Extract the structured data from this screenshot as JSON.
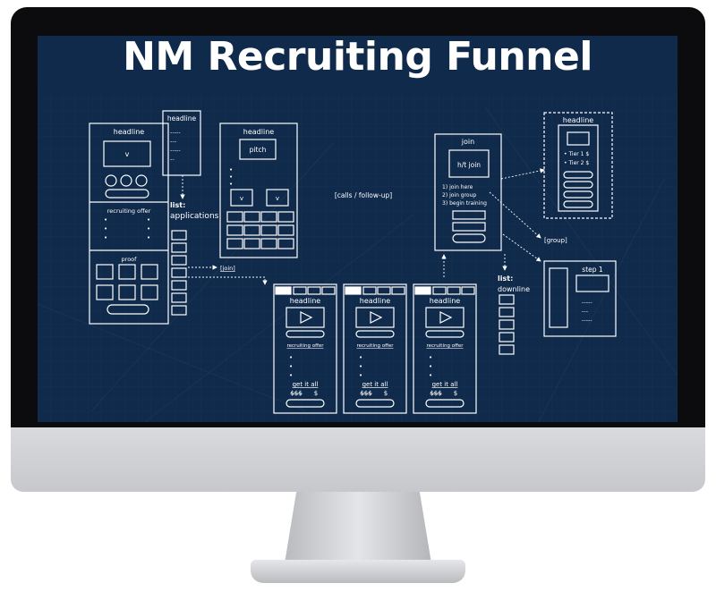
{
  "title": "NM Recruiting Funnel",
  "theme": {
    "screen_bg": "#0f2a4a",
    "line": "#ffffff"
  },
  "landing_page": {
    "headline": "headline",
    "video_icon": "v",
    "section_offer": "recruiting offer",
    "section_proof": "proof"
  },
  "optin_card": {
    "headline": "headline",
    "lines": [
      "-----",
      "---",
      "-----",
      "--"
    ]
  },
  "pitch_page": {
    "headline": "headline",
    "pitch": "pitch",
    "video_icon": "v"
  },
  "applications_list": {
    "label": "list:",
    "name": "applications"
  },
  "join_link": "[join]",
  "calls_note": "[calls / follow-up]",
  "join_page": {
    "title": "join",
    "box": "h/t join",
    "steps": [
      "1) join here",
      "2) join group",
      "3) begin training"
    ]
  },
  "tier_page": {
    "headline": "headline",
    "tiers": [
      "• Tier 1  $",
      "• Tier 2  $"
    ]
  },
  "group_label": "[group]",
  "step_page": {
    "title": "step 1",
    "lines": [
      "-----",
      "---",
      "-----"
    ]
  },
  "downline_list": {
    "label": "list:",
    "name": "downline"
  },
  "video_pages": [
    {
      "headline": "headline",
      "offer": "recruiting offer",
      "cta": "get it all",
      "price_old": "$$$",
      "price_new": "$"
    },
    {
      "headline": "headline",
      "offer": "recruiting offer",
      "cta": "get it all",
      "price_old": "$$$",
      "price_new": "$"
    },
    {
      "headline": "headline",
      "offer": "recruiting offer",
      "cta": "get it all",
      "price_old": "$$$",
      "price_new": "$"
    }
  ]
}
